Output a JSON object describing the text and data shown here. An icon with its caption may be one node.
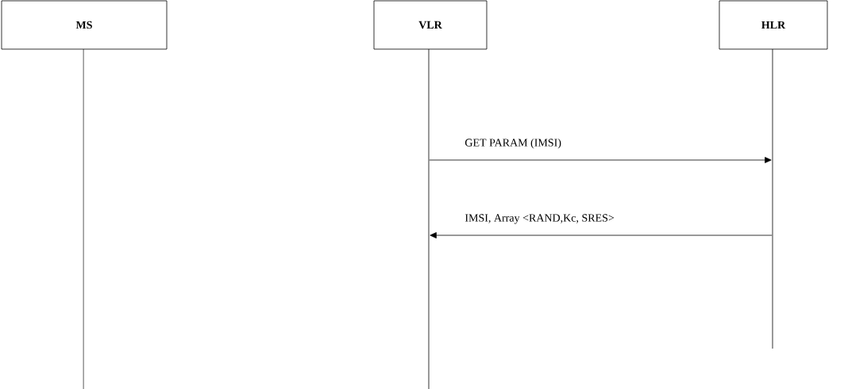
{
  "diagram": {
    "nodes": [
      {
        "text": [
          "MS"
        ]
      },
      {
        "text": [
          "VLR"
        ]
      },
      {
        "text": [
          "HLR"
        ]
      },
      {
        "text": [],
        "shape": "line"
      },
      {
        "text": [],
        "shape": "line"
      },
      {
        "text": [],
        "shape": "line"
      }
    ],
    "edges": [
      {
        "from": 4,
        "to": 5,
        "arrow": "to",
        "label": "GET PARAM (IMSI)"
      },
      {
        "from": 5,
        "to": 4,
        "arrow": "to",
        "label": "IMSI, Array <RAND,Kc, SRES>"
      }
    ]
  }
}
